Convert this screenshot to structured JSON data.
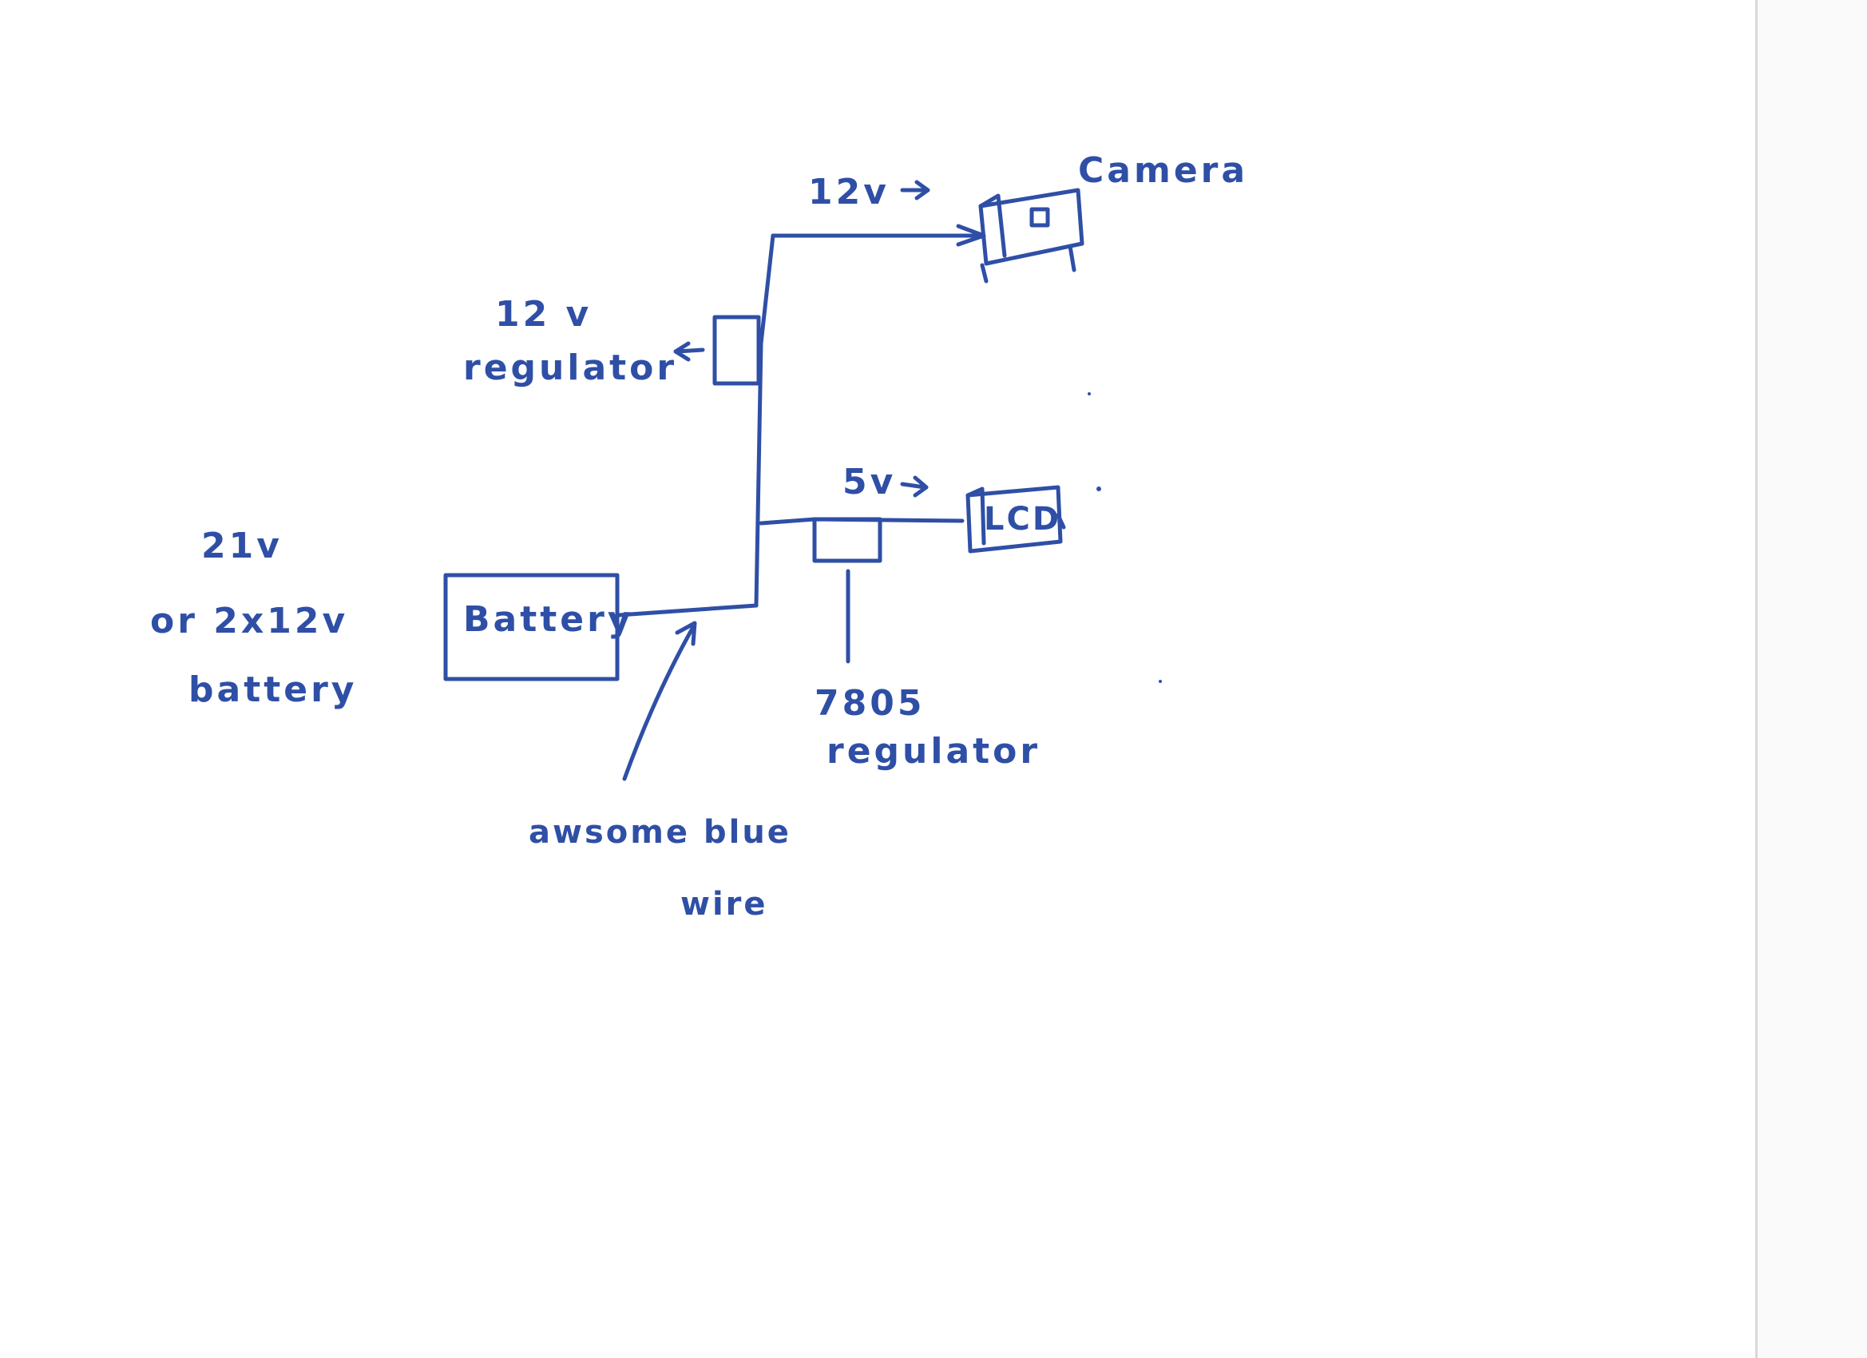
{
  "ink_color": "#2f4fa6",
  "labels": {
    "battery_spec_line1": "21v",
    "battery_spec_line2": "or 2x12v",
    "battery_spec_line3": "battery",
    "battery_box": "Battery",
    "regulator_12v_line1": "12 v",
    "regulator_12v_line2": "regulator",
    "voltage_12v": "12v",
    "camera": "Camera",
    "voltage_5v": "5v",
    "lcd": "LCD",
    "regulator_7805_line1": "7805",
    "regulator_7805_line2": "regulator",
    "wire_note_line1": "awsome blue",
    "wire_note_line2": "wire"
  }
}
